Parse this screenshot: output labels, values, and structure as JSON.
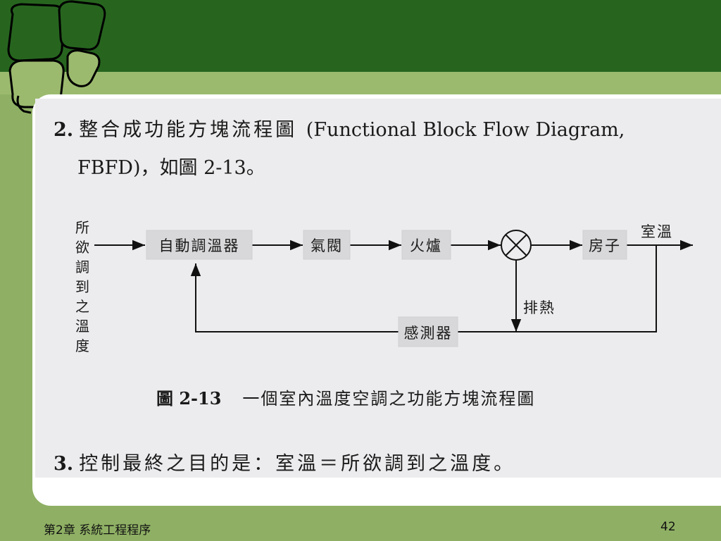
{
  "slide": {
    "para2_num": "2.",
    "para2_text_zh": "整合成功能方塊流程圖",
    "para2_text_en": "(Functional Block Flow Diagram,",
    "para2_line2": "FBFD)，如圖 2-13。",
    "para3_num": "3.",
    "para3_text": "控制最終之目的是：室溫＝所欲調到之溫度。",
    "caption_number": "圖 2-13",
    "caption_title": "一個室內溫度空調之功能方塊流程圖",
    "footer_chapter": "第2章 系統工程程序",
    "page_number": "42"
  },
  "diagram": {
    "input_label": "所欲調到之溫度",
    "controller": "自動調溫器",
    "valve": "氣閥",
    "furnace": "火爐",
    "house": "房子",
    "output_label": "室溫",
    "disturbance_label": "排熱",
    "sensor": "感測器"
  },
  "colors": {
    "top_band": "#27651f",
    "mid_band": "#9bba6e",
    "background": "#8fb064",
    "block_fill": "#d8d8da"
  }
}
